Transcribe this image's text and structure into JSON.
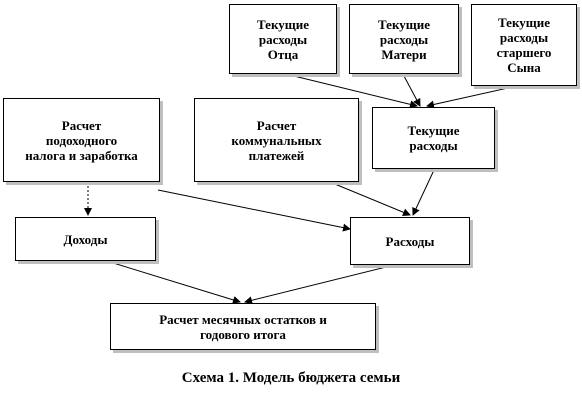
{
  "nodes": {
    "father": "Текущие\nрасходы\nОтца",
    "mother": "Текущие\nрасходы\nМатери",
    "son": "Текущие\nрасходы\nстаршего\nСына",
    "tax": "Расчет\nподоходного\nналога и заработка",
    "utility": "Расчет\nкоммунальных\nплатежей",
    "current": "Текущие\nрасходы",
    "income": "Доходы",
    "expenses": "Расходы",
    "result": "Расчет месячных остатков и\nгодового итога"
  },
  "caption": "Схема 1. Модель бюджета семьи"
}
